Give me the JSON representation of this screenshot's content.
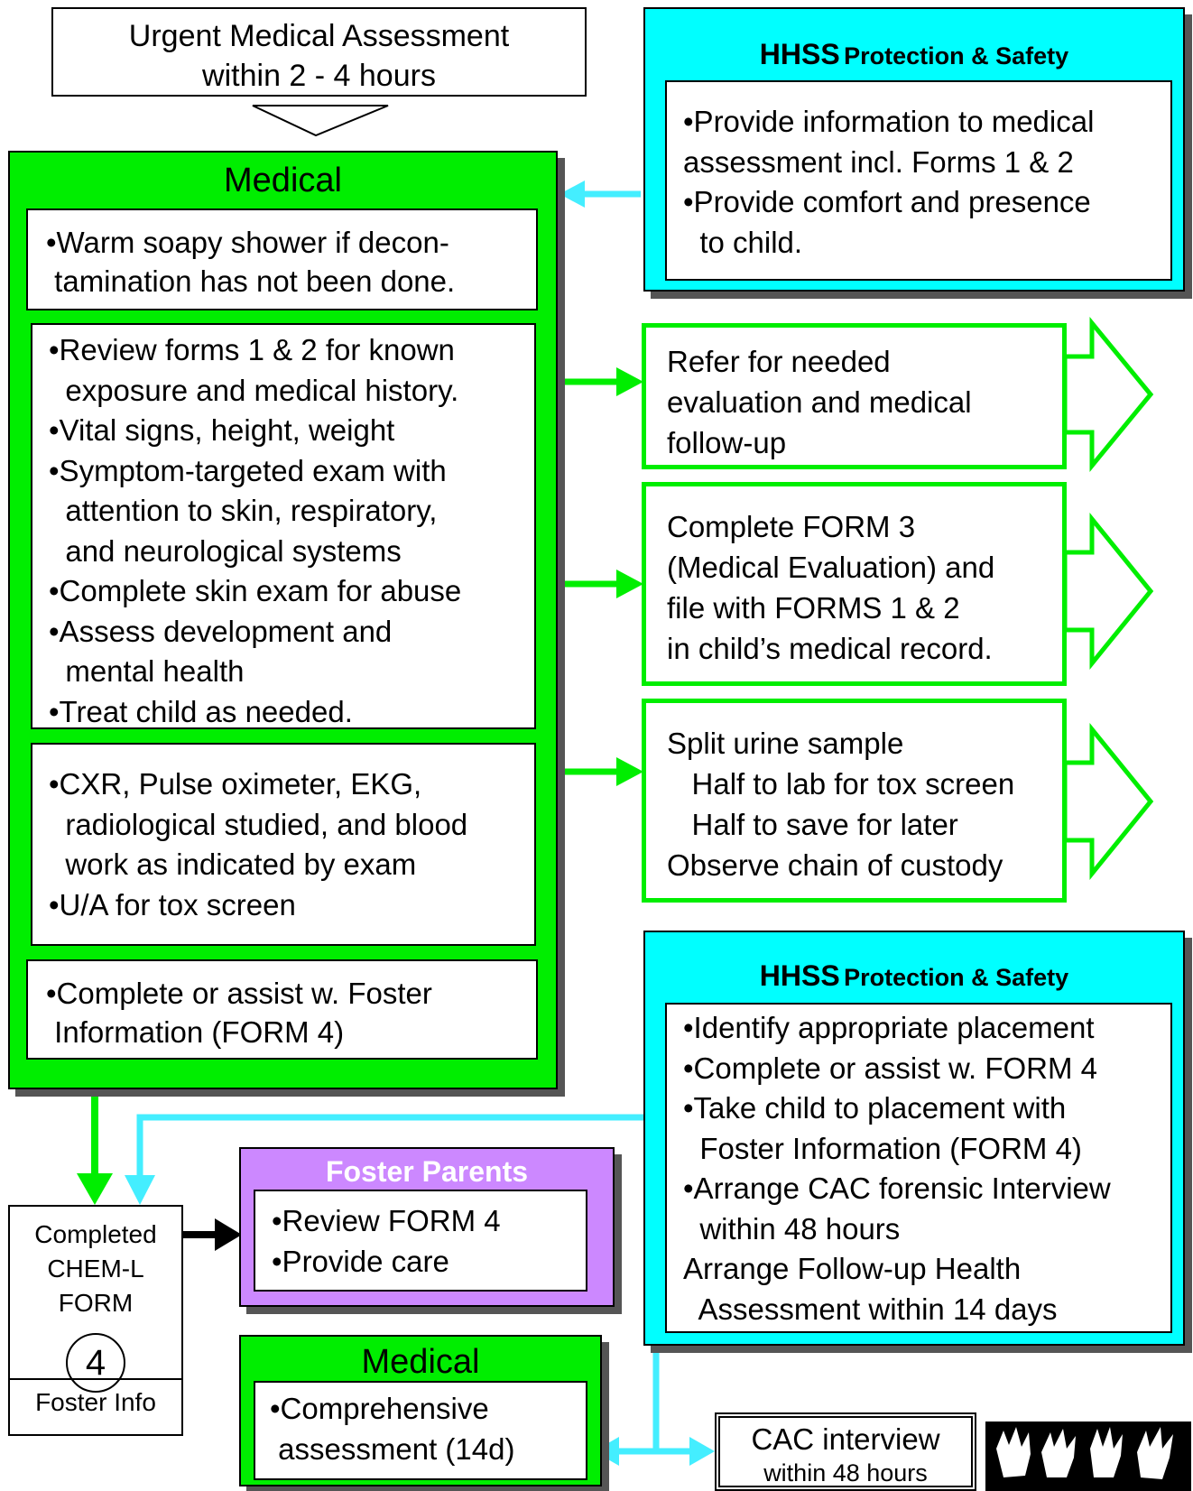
{
  "top_box": {
    "line1": "Urgent Medical Assessment",
    "line2": "within 2 - 4 hours"
  },
  "medical": {
    "title": "Medical",
    "box1": [
      "•Warm soapy shower if decon-",
      " tamination has not been done."
    ],
    "box2": [
      "•Review forms 1 & 2 for known",
      "  exposure and medical history.",
      "•Vital signs, height, weight",
      "•Symptom-targeted exam with",
      "  attention to skin, respiratory,",
      "  and neurological systems",
      "•Complete skin exam for abuse",
      "•Assess development and",
      "  mental health",
      "•Treat child as needed."
    ],
    "box3": [
      "•CXR, Pulse oximeter, EKG,",
      "  radiological studied, and blood",
      "  work as indicated by exam",
      "•U/A for tox screen"
    ],
    "box4": [
      "•Complete or assist w. Foster",
      " Information (FORM 4)"
    ]
  },
  "hhss_top": {
    "title_bold": "HHSS",
    "title_rest": "Protection & Safety",
    "items": [
      "•Provide information to medical",
      "assessment incl. Forms 1 & 2",
      "•Provide comfort and presence",
      "  to child."
    ]
  },
  "actions": {
    "refer": [
      "Refer for needed",
      "evaluation and medical",
      "follow-up"
    ],
    "form3": [
      "Complete FORM 3",
      "(Medical Evaluation) and",
      "file with FORMS 1 & 2",
      "in child’s medical record."
    ],
    "urine": [
      "Split urine sample",
      "   Half to lab for tox screen",
      "   Half to save for later",
      "Observe chain of custody"
    ]
  },
  "hhss_bottom": {
    "title_bold": "HHSS",
    "title_rest": "Protection & Safety",
    "items": [
      "•Identify appropriate placement",
      "•Complete or assist w. FORM 4",
      "•Take child to placement with",
      "  Foster Information (FORM 4)",
      "•Arrange CAC forensic Interview",
      "  within 48 hours",
      "Arrange Follow-up Health",
      "  Assessment within 14 days"
    ]
  },
  "form_card": {
    "lines": [
      "Completed",
      "CHEM-L",
      "FORM"
    ],
    "number": "4",
    "footer": "Foster Info"
  },
  "foster": {
    "title": "Foster Parents",
    "items": [
      "•Review FORM 4",
      "•Provide care"
    ]
  },
  "medical_bottom": {
    "title": "Medical",
    "items": [
      "•Comprehensive",
      " assessment (14d)"
    ]
  },
  "cac": {
    "line1": "CAC interview",
    "line2": "within 48 hours"
  },
  "colors": {
    "green": "#00ee00",
    "cyan": "#00ffff",
    "purple": "#cc88ff",
    "arrow_cyan": "#44eeff"
  }
}
